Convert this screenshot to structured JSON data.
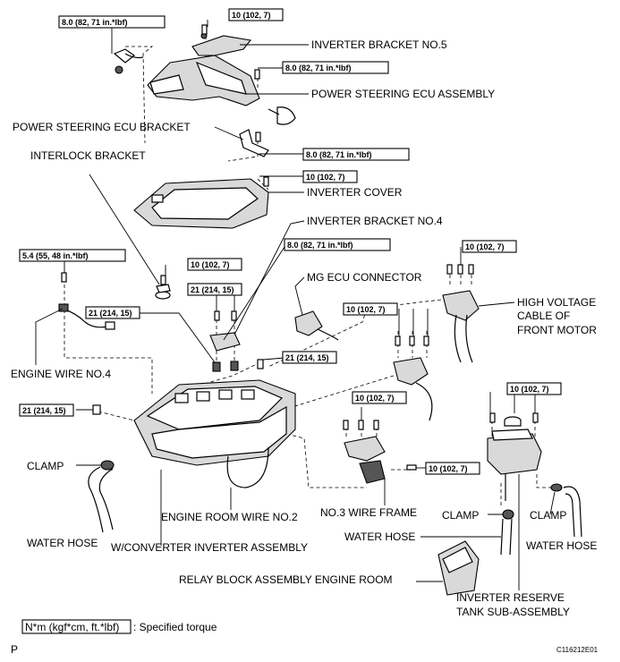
{
  "labels": {
    "inverter_bracket_no5": "INVERTER BRACKET NO.5",
    "power_steering_ecu_assembly": "POWER STEERING ECU ASSEMBLY",
    "power_steering_ecu_bracket": "POWER STEERING ECU BRACKET",
    "interlock_bracket": "INTERLOCK BRACKET",
    "inverter_cover": "INVERTER COVER",
    "inverter_bracket_no4": "INVERTER BRACKET NO.4",
    "mg_ecu_connector": "MG ECU CONNECTOR",
    "high_voltage_cable_1": "HIGH VOLTAGE",
    "high_voltage_cable_2": "CABLE OF",
    "high_voltage_cable_3": "FRONT MOTOR",
    "engine_wire_no4": "ENGINE WIRE NO.4",
    "clamp_left": "CLAMP",
    "water_hose_left": "WATER HOSE",
    "engine_room_wire_no2": "ENGINE ROOM WIRE NO.2",
    "w_converter_inverter_assembly": "W/CONVERTER INVERTER ASSEMBLY",
    "no3_wire_frame": "NO.3 WIRE FRAME",
    "clamp_center": "CLAMP",
    "water_hose_center": "WATER HOSE",
    "clamp_right": "CLAMP",
    "water_hose_right": "WATER HOSE",
    "relay_block_assembly": "RELAY BLOCK ASSEMBLY ENGINE ROOM",
    "inverter_reserve_tank_1": "INVERTER RESERVE",
    "inverter_reserve_tank_2": "TANK SUB-ASSEMBLY"
  },
  "torques": {
    "t_8_0_a": "8.0 (82, 71 in.*lbf)",
    "t_10_a": "10 (102, 7)",
    "t_8_0_b": "8.0 (82, 71 in.*lbf)",
    "t_8_0_c": "8.0 (82, 71 in.*lbf)",
    "t_10_b": "10 (102, 7)",
    "t_8_0_d": "8.0 (82, 71 in.*lbf)",
    "t_10_c": "10 (102, 7)",
    "t_5_4": "5.4 (55, 48 in.*lbf)",
    "t_10_d": "10 (102, 7)",
    "t_21_a": "21 (214, 15)",
    "t_21_b": "21 (214, 15)",
    "t_10_e": "10 (102, 7)",
    "t_21_c": "21 (214, 15)",
    "t_21_d": "21 (214, 15)",
    "t_10_f": "10 (102, 7)",
    "t_10_g": "10 (102, 7)",
    "t_10_h": "10 (102, 7)"
  },
  "legend": {
    "box": "N*m (kgf*cm, ft.*lbf)",
    "text": ": Specified torque"
  },
  "corner": {
    "left": "P",
    "right": "C116212E01"
  }
}
